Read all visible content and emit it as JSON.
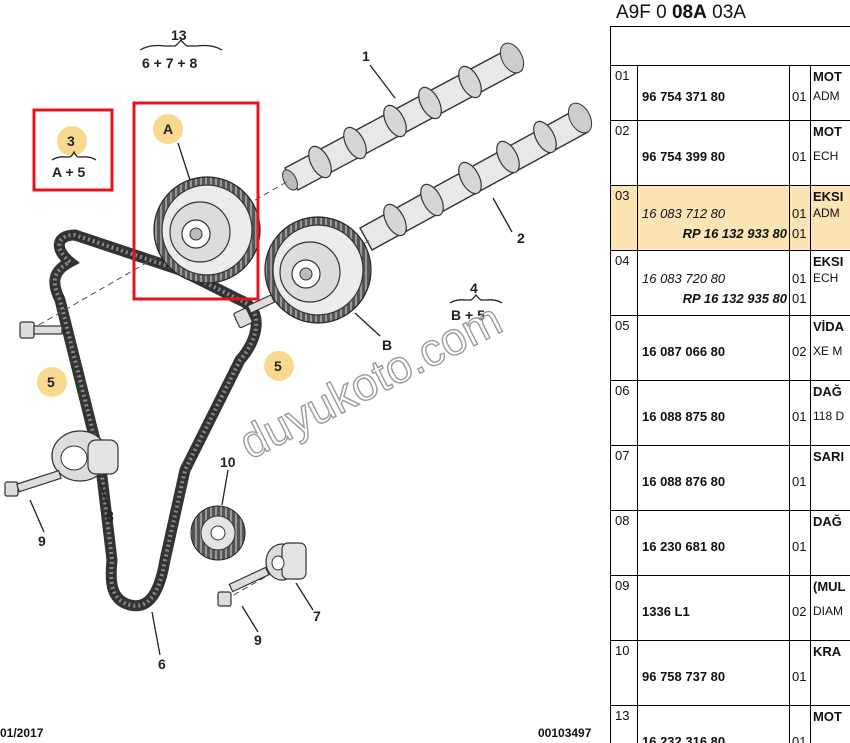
{
  "diagram": {
    "callouts": {
      "c1": "1",
      "c2": "2",
      "c4": "4",
      "c5a": "5",
      "c5b": "5",
      "c6": "6",
      "c7": "7",
      "c8": "8",
      "c9a": "9",
      "c9b": "9",
      "c10": "10",
      "c13": "13",
      "c3": "3",
      "cA": "A",
      "cB": "B"
    },
    "groups": {
      "g13": "6 + 7 + 8",
      "g3": "A + 5",
      "g4": "B + 5"
    },
    "watermark": "duyukoto.com",
    "date_code": "01/2017",
    "figure_code": "00103497",
    "colors": {
      "highlight_box": "#e0161c",
      "highlight_circle": "#f9d98f"
    }
  },
  "parts": {
    "header_prefix": "A9F 0",
    "header_bold": "08A",
    "header_suffix": "03A",
    "rows": [
      {
        "idx": "01",
        "num": "96 754 371 80",
        "rp": "",
        "qty": "01",
        "qty2": "",
        "title": "MOT",
        "desc": "ADM"
      },
      {
        "idx": "02",
        "num": "96 754 399 80",
        "rp": "",
        "qty": "01",
        "qty2": "",
        "title": "MOT",
        "desc": "ECH"
      },
      {
        "idx": "03",
        "num": "16 083 712 80",
        "rp": "RP 16 132 933 80",
        "qty": "01",
        "qty2": "01",
        "title": "EKSI",
        "desc": "ADM"
      },
      {
        "idx": "04",
        "num": "16 083 720 80",
        "rp": "RP 16 132 935 80",
        "qty": "01",
        "qty2": "01",
        "title": "EKSI",
        "desc": "ECH"
      },
      {
        "idx": "05",
        "num": "16 087 066 80",
        "rp": "",
        "qty": "02",
        "qty2": "",
        "title": "VİDA",
        "desc": "XE M"
      },
      {
        "idx": "06",
        "num": "16 088 875 80",
        "rp": "",
        "qty": "01",
        "qty2": "",
        "title": "DAĞ",
        "desc": "118 D"
      },
      {
        "idx": "07",
        "num": "16 088 876 80",
        "rp": "",
        "qty": "01",
        "qty2": "",
        "title": "SARI",
        "desc": ""
      },
      {
        "idx": "08",
        "num": "16 230 681 80",
        "rp": "",
        "qty": "01",
        "qty2": "",
        "title": "DAĞ",
        "desc": ""
      },
      {
        "idx": "09",
        "num": "1336 L1",
        "rp": "",
        "qty": "02",
        "qty2": "",
        "title": "(MUL",
        "desc": "DIAM"
      },
      {
        "idx": "10",
        "num": "96 758 737 80",
        "rp": "",
        "qty": "01",
        "qty2": "",
        "title": "KRA",
        "desc": ""
      },
      {
        "idx": "13",
        "num": "16 232 316 80",
        "rp": "",
        "qty": "01",
        "qty2": "",
        "title": "MOT",
        "desc": ""
      }
    ]
  }
}
